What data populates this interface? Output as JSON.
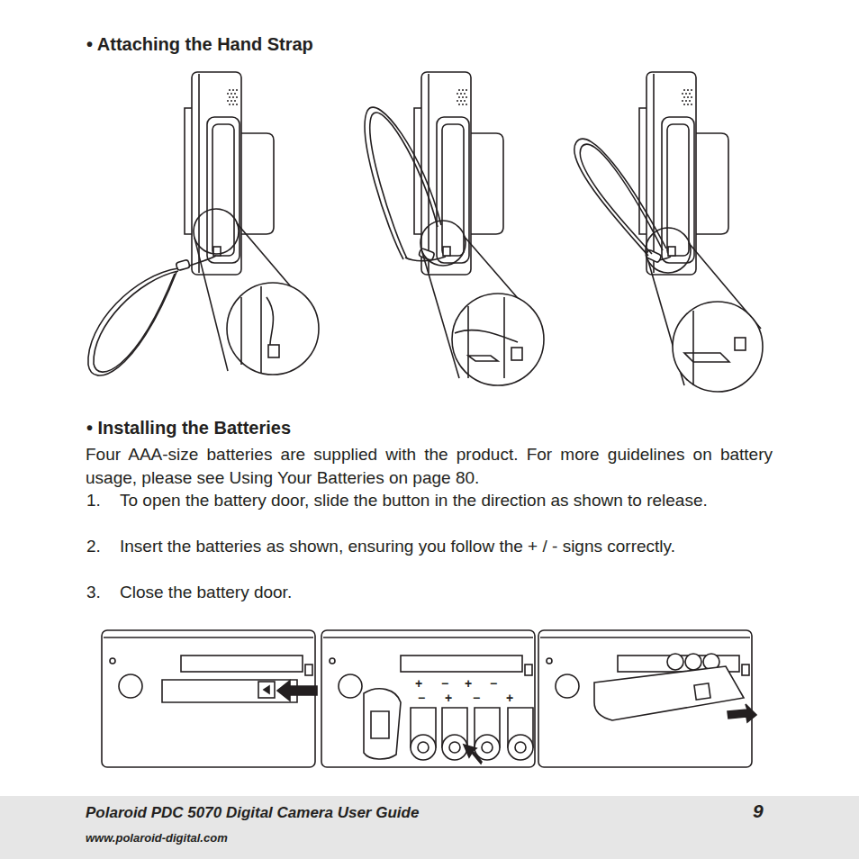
{
  "diagram": {
    "labels": [
      "• Attaching the Hand Strap",
      "• Installing the Batteries",
      "Four AAA-size batteries are supplied with the product. For more guidelines on battery usage, please see Using Your Batteries on page 80.",
      "1.",
      "To open the battery door, slide the button in the direction as shown to release.",
      "2.",
      "Insert the batteries as shown, ensuring you follow the + / - signs correctly.",
      "3.",
      "Close the battery door.",
      "+",
      "−",
      "+",
      "−",
      "−",
      "+",
      "−",
      "+",
      "Polaroid PDC 5070 Digital Camera User Guide",
      "9",
      "www.polaroid-digital.com"
    ]
  }
}
